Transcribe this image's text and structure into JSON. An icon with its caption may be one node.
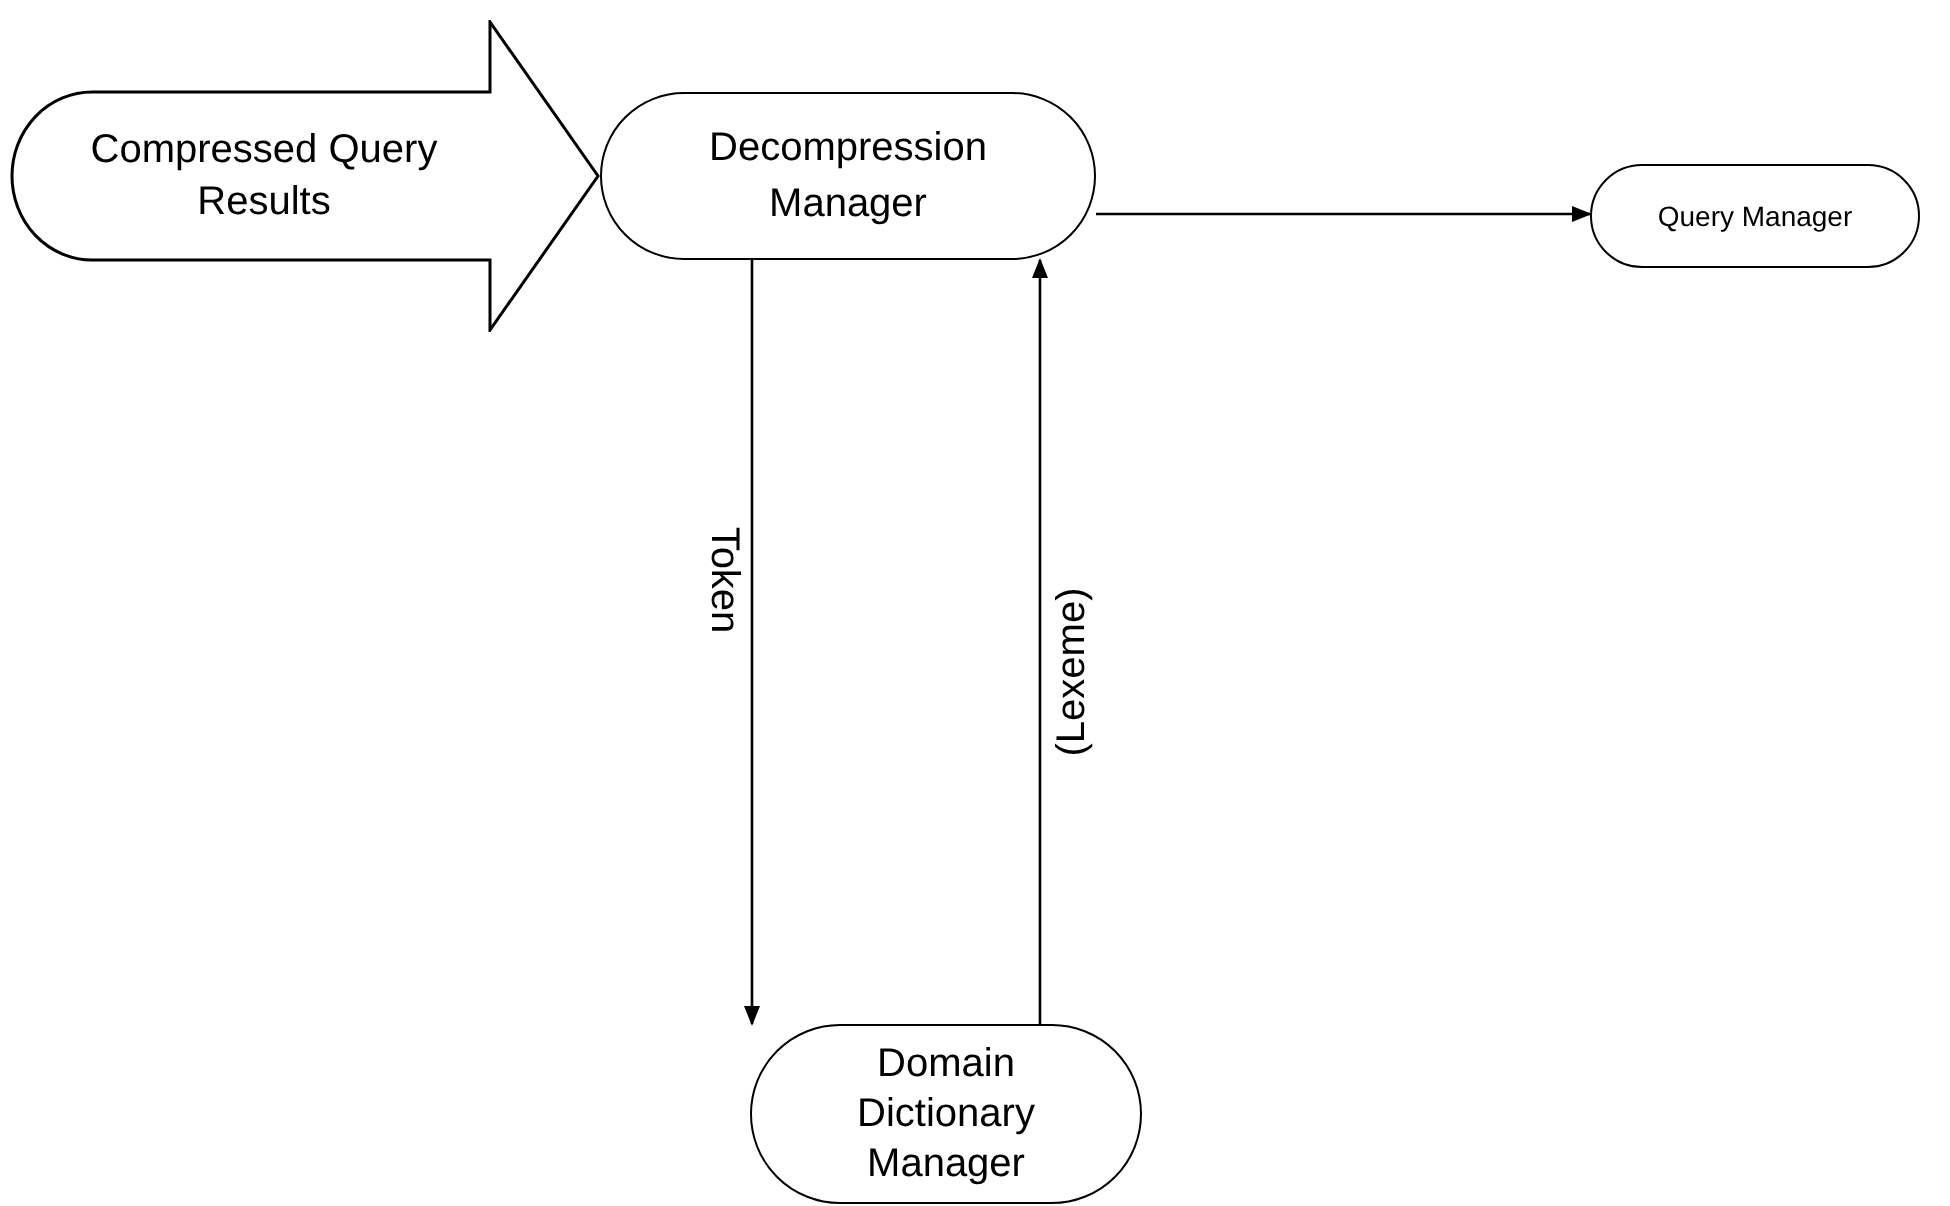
{
  "diagram": {
    "nodes": [
      {
        "text": [
          "Compressed Query Results"
        ]
      },
      {
        "text": [
          "Decompression Manager"
        ]
      },
      {
        "text": [
          "Query Manager"
        ]
      },
      {
        "text": [
          "Domain Dictionary Manager"
        ]
      }
    ],
    "edges": [
      {
        "from": 1,
        "to": 2,
        "arrow": "to"
      },
      {
        "from": 1,
        "to": 3,
        "arrow": "to",
        "label": "Token"
      },
      {
        "from": 3,
        "to": 1,
        "arrow": "to",
        "label": "(Lexeme)"
      }
    ]
  }
}
